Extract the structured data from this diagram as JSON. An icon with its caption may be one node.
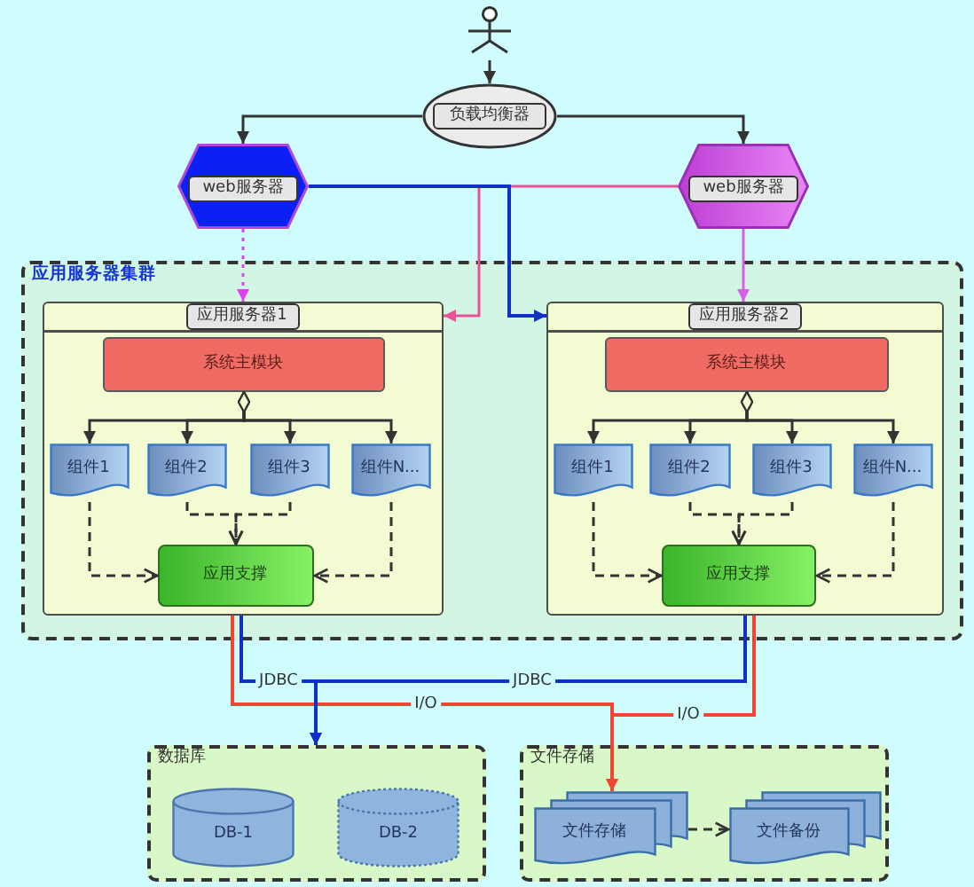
{
  "diagram": {
    "nodes": [
      {
        "text": [],
        "shape": "person"
      },
      {
        "text": [
          "负载均衡器"
        ]
      },
      {
        "text": [
          "web服务器"
        ]
      },
      {
        "text": [
          "web服务器"
        ]
      },
      {
        "text": [
          "应用服务器集群"
        ]
      },
      {
        "text": [
          "应用服务器1"
        ],
        "in": 4
      },
      {
        "text": [
          "系统主模块"
        ],
        "in": 5
      },
      {
        "text": [
          "组件1"
        ],
        "in": 5
      },
      {
        "text": [
          "组件2"
        ],
        "in": 5
      },
      {
        "text": [
          "组件3"
        ],
        "in": 5
      },
      {
        "text": [
          "组件N..."
        ],
        "in": 5
      },
      {
        "text": [
          "应用支撑"
        ],
        "in": 5
      },
      {
        "text": [
          "应用服务器2"
        ],
        "in": 4
      },
      {
        "text": [
          "系统主模块"
        ],
        "in": 12
      },
      {
        "text": [
          "组件1"
        ],
        "in": 12
      },
      {
        "text": [
          "组件2"
        ],
        "in": 12
      },
      {
        "text": [
          "组件3"
        ],
        "in": 12
      },
      {
        "text": [
          "组件N..."
        ],
        "in": 12
      },
      {
        "text": [
          "应用支撑"
        ],
        "in": 12
      },
      {
        "text": [
          "数据库"
        ]
      },
      {
        "text": [
          "DB-1"
        ],
        "in": 19
      },
      {
        "text": [
          "DB-2"
        ],
        "in": 19
      },
      {
        "text": [
          "文件存储"
        ]
      },
      {
        "text": [
          "文件存储"
        ],
        "in": 22
      },
      {
        "text": [
          "文件备份"
        ],
        "in": 22
      }
    ],
    "edges": [
      {
        "from": 0,
        "to": 1,
        "arrow": "to"
      },
      {
        "from": 1,
        "to": 2,
        "arrow": "to"
      },
      {
        "from": 1,
        "to": 3,
        "arrow": "to"
      },
      {
        "from": 2,
        "to": 5,
        "arrow": "to",
        "style": "dashed",
        "color": "#e040f0"
      },
      {
        "from": 2,
        "to": 12,
        "arrow": "to",
        "color": "#1030c8"
      },
      {
        "from": 3,
        "to": 5,
        "arrow": "to",
        "color": "#e8509a"
      },
      {
        "from": 3,
        "to": 12,
        "arrow": "to",
        "color": "#d860e8"
      },
      {
        "from": 6,
        "to": 7,
        "arrow": "to"
      },
      {
        "from": 6,
        "to": 8,
        "arrow": "to"
      },
      {
        "from": 6,
        "to": 9,
        "arrow": "to"
      },
      {
        "from": 6,
        "to": 10,
        "arrow": "to"
      },
      {
        "from": 7,
        "to": 11,
        "arrow": "to",
        "style": "dashed"
      },
      {
        "from": 8,
        "to": 11,
        "arrow": "to",
        "style": "dashed"
      },
      {
        "from": 9,
        "to": 11,
        "arrow": "to",
        "style": "dashed"
      },
      {
        "from": 10,
        "to": 11,
        "arrow": "to",
        "style": "dashed"
      },
      {
        "from": 13,
        "to": 14,
        "arrow": "to"
      },
      {
        "from": 13,
        "to": 15,
        "arrow": "to"
      },
      {
        "from": 13,
        "to": 16,
        "arrow": "to"
      },
      {
        "from": 13,
        "to": 17,
        "arrow": "to"
      },
      {
        "from": 14,
        "to": 18,
        "arrow": "to",
        "style": "dashed"
      },
      {
        "from": 15,
        "to": 18,
        "arrow": "to",
        "style": "dashed"
      },
      {
        "from": 16,
        "to": 18,
        "arrow": "to",
        "style": "dashed"
      },
      {
        "from": 17,
        "to": 18,
        "arrow": "to",
        "style": "dashed"
      },
      {
        "from": 5,
        "to": 19,
        "arrow": "to",
        "label": "JDBC",
        "color": "#1030c8"
      },
      {
        "from": 12,
        "to": 19,
        "arrow": "to",
        "label": "JDBC",
        "color": "#1030c8"
      },
      {
        "from": 5,
        "to": 23,
        "arrow": "to",
        "label": "I/O",
        "color": "#f04530"
      },
      {
        "from": 12,
        "to": 23,
        "arrow": "to",
        "label": "I/O",
        "color": "#f04530"
      },
      {
        "from": 23,
        "to": 24,
        "arrow": "to",
        "style": "dashed"
      }
    ]
  }
}
